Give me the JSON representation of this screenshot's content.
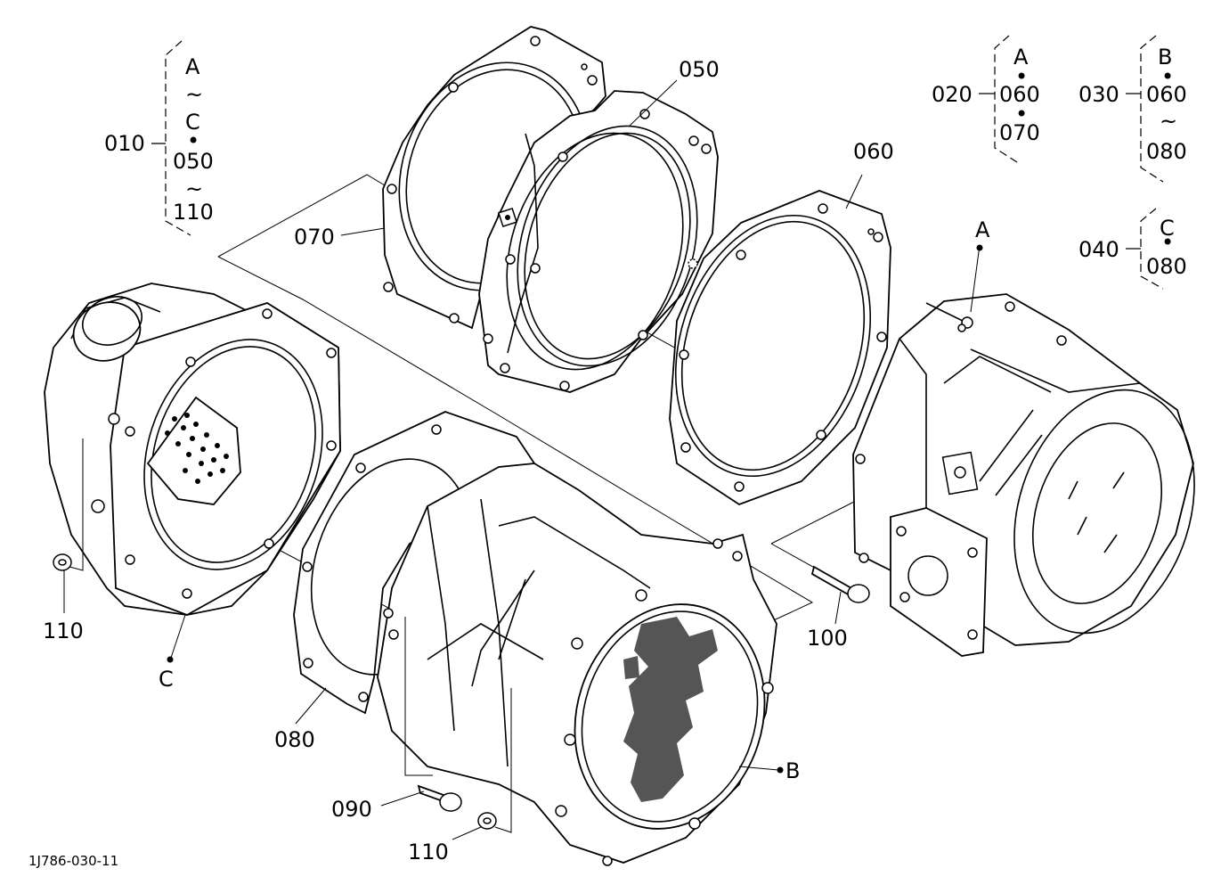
{
  "groups": {
    "g010": {
      "label": "010",
      "items": [
        "A",
        "~",
        "C",
        "•",
        "050",
        "~",
        "110"
      ]
    },
    "g020": {
      "label": "020",
      "items": [
        "A",
        "•",
        "060",
        "•",
        "070"
      ]
    },
    "g030": {
      "label": "030",
      "items": [
        "B",
        "•",
        "060",
        "~",
        "080"
      ]
    },
    "g040": {
      "label": "040",
      "items": [
        "C",
        "•",
        "080"
      ]
    }
  },
  "callouts": {
    "p050": "050",
    "p060": "060",
    "p070": "070",
    "p080": "080",
    "p090": "090",
    "p100": "100",
    "p110_left": "110",
    "p110_bottom": "110"
  },
  "refs": {
    "A": "A",
    "B": "B",
    "C": "C"
  },
  "drawing_number": "1J786-030-11"
}
